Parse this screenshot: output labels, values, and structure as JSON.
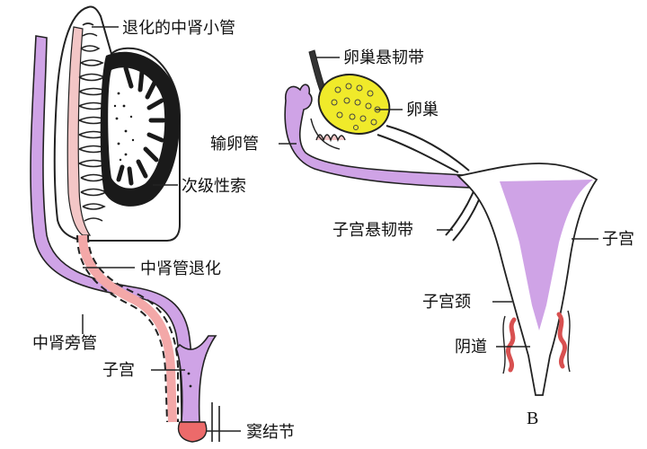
{
  "panel_a": {
    "labels": {
      "degenerated_mesonephric_tubules": "退化的中肾小管",
      "secondary_sex_cords": "次级性索",
      "mesonephric_duct_regression": "中肾管退化",
      "paramesonephric_duct": "中肾旁管",
      "uterus": "子宫",
      "sinus_tubercle": "窦结节"
    }
  },
  "panel_b": {
    "panel_letter": "B",
    "labels": {
      "suspensory_ligament_of_ovary": "卵巢悬韧带",
      "ovary": "卵巢",
      "oviduct": "输卵管",
      "uterine_suspensory_ligament": "子宫悬韧带",
      "uterus": "子宫",
      "cervix": "子宫颈",
      "vagina": "阴道"
    }
  },
  "colors": {
    "duct_purple": "#cfa3e6",
    "tubule_pink": "#f3c6c6",
    "ovary_yellow": "#f0ea2a",
    "sinus_tubercle_red": "#ec6a6a",
    "vagina_red": "#d85050",
    "gonad_black": "#1a1a1a",
    "line_black": "#222222"
  }
}
